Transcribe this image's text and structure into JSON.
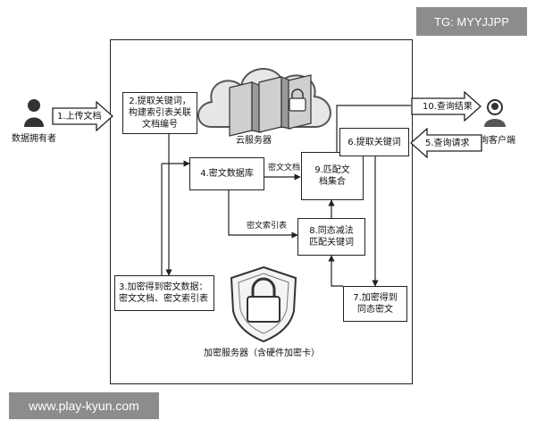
{
  "watermark_top": "TG: MYYJJPP",
  "watermark_bottom": "www.play-kyun.com",
  "actors": {
    "data_owner": "数据拥有者",
    "query_client": "查询客户端"
  },
  "cloud_server": "云服务器",
  "encryption_server": "加密服务器（含硬件加密卡）",
  "steps": {
    "s1": "1.上传文档",
    "s2": "2.提取关键词，构建索引表关联文档编号",
    "s3": "3.加密得到密文数据：密文文档、密文索引表",
    "s4": "4.密文数据库",
    "s5": "5.查询请求",
    "s6": "6.提取关键词",
    "s7": "7.加密得到同态密文",
    "s8": "8.同态减法匹配关键词",
    "s9": "9.匹配文档集合",
    "s10": "10.查询结果"
  },
  "edge_labels": {
    "cipher_docs": "密文文档",
    "cipher_index": "密文索引表"
  }
}
